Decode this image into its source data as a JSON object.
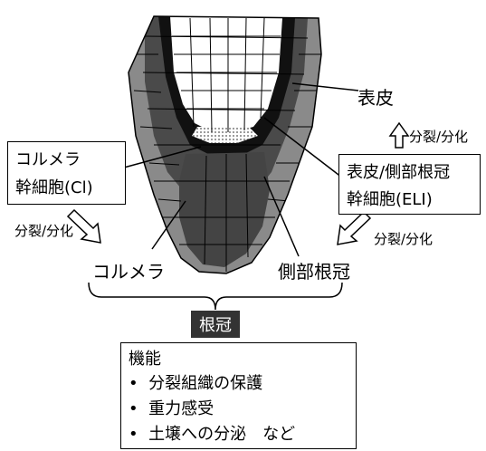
{
  "labels": {
    "epidermis": "表皮",
    "div_top": "分裂/分化",
    "cl_line1": "コルメラ",
    "cl_line2": "幹細胞(Cl)",
    "eli_line1": "表皮/側部根冠",
    "eli_line2": "幹細胞(ELI)",
    "div_left": "分裂/分化",
    "div_right": "分裂/分化",
    "columella": "コルメラ",
    "lateral_root_cap": "側部根冠",
    "root_cap": "根冠"
  },
  "functions": {
    "title": "機能",
    "bullet": "•",
    "items": [
      "分裂組織の保護",
      "重力感受",
      "土壌への分泌　など"
    ]
  },
  "colors": {
    "dark_tissue": "#444444",
    "mid_tissue": "#8a8a8a",
    "black_cells": "#111111",
    "root_cap_label_bg": "#333333"
  }
}
